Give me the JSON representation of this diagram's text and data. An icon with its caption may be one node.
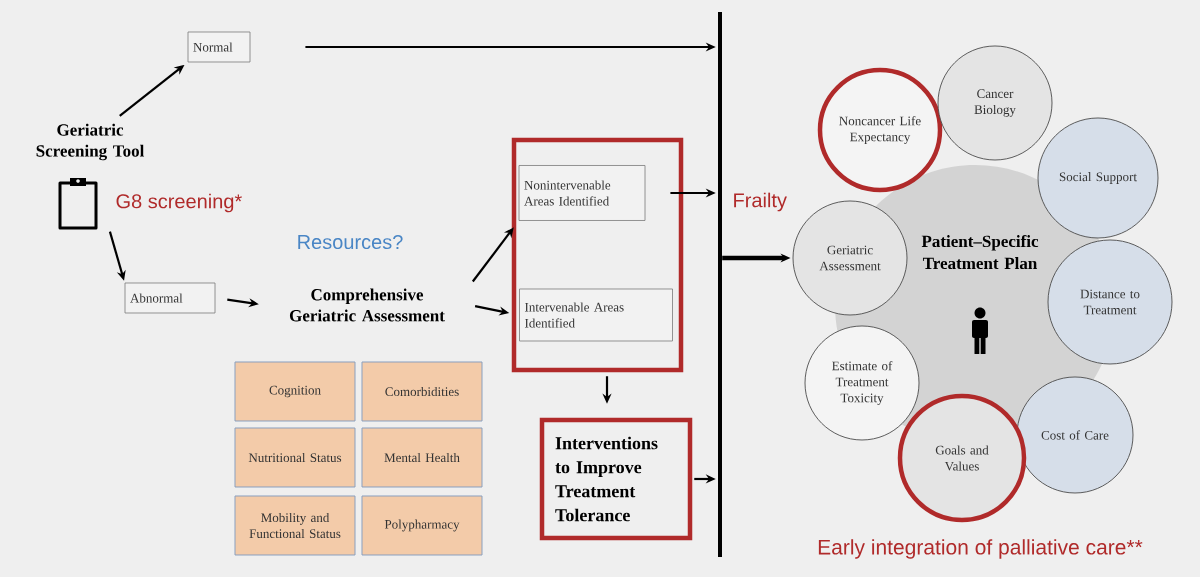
{
  "diagram": {
    "nodes": [
      {
        "text": [
          "Geriatric Screening Tool"
        ]
      },
      {
        "text": [
          "Normal"
        ]
      },
      {
        "text": [
          "Abnormal"
        ]
      },
      {
        "text": [
          "Comprehensive Geriatric Assessment"
        ]
      },
      {
        "text": [],
        "shape": "box"
      },
      {
        "text": [
          "Nonintervenable Areas Identified"
        ],
        "in": 4
      },
      {
        "text": [
          "Intervenable Areas Identified"
        ],
        "in": 4
      },
      {
        "text": [
          "Interventions to Improve Treatment Tolerance"
        ]
      },
      {
        "text": [],
        "shape": "bar",
        "beside": [
          "Frailty"
        ]
      },
      {
        "text": [
          "Patient–Specific Treatment Plan"
        ]
      },
      {
        "text": [
          "Noncancer Life Expectancy"
        ]
      },
      {
        "text": [
          "Cancer Biology"
        ]
      },
      {
        "text": [
          "Social Support"
        ]
      },
      {
        "text": [
          "Distance to Treatment"
        ]
      },
      {
        "text": [
          "Cost of Care"
        ]
      },
      {
        "text": [
          "Goals and Values"
        ]
      },
      {
        "text": [
          "Estimate of Treatment Toxicity"
        ]
      },
      {
        "text": [
          "Geriatric Assessment"
        ]
      },
      {
        "text": [
          "Cognition"
        ]
      },
      {
        "text": [
          "Comorbidities"
        ]
      },
      {
        "text": [
          "Nutritional Status"
        ]
      },
      {
        "text": [
          "Mental Health"
        ]
      },
      {
        "text": [
          "Mobility and Functional Status"
        ]
      },
      {
        "text": [
          "Polypharmacy"
        ]
      }
    ],
    "edges": [
      {
        "from": 0,
        "to": 1,
        "arrow": "to"
      },
      {
        "from": 0,
        "to": 2,
        "arrow": "to"
      },
      {
        "from": 1,
        "to": 8,
        "arrow": "to"
      },
      {
        "from": 2,
        "to": 3,
        "arrow": "to"
      },
      {
        "from": 3,
        "to": 5,
        "arrow": "to"
      },
      {
        "from": 3,
        "to": 6,
        "arrow": "to"
      },
      {
        "from": 5,
        "to": 8,
        "arrow": "to"
      },
      {
        "from": 4,
        "to": 7,
        "arrow": "to"
      },
      {
        "from": 7,
        "to": 8,
        "arrow": "to"
      },
      {
        "from": 8,
        "to": 17,
        "arrow": "to",
        "style": "thick"
      }
    ],
    "labels": [
      "G8 screening*",
      "Resources?",
      "Early integration of palliative care**"
    ]
  }
}
